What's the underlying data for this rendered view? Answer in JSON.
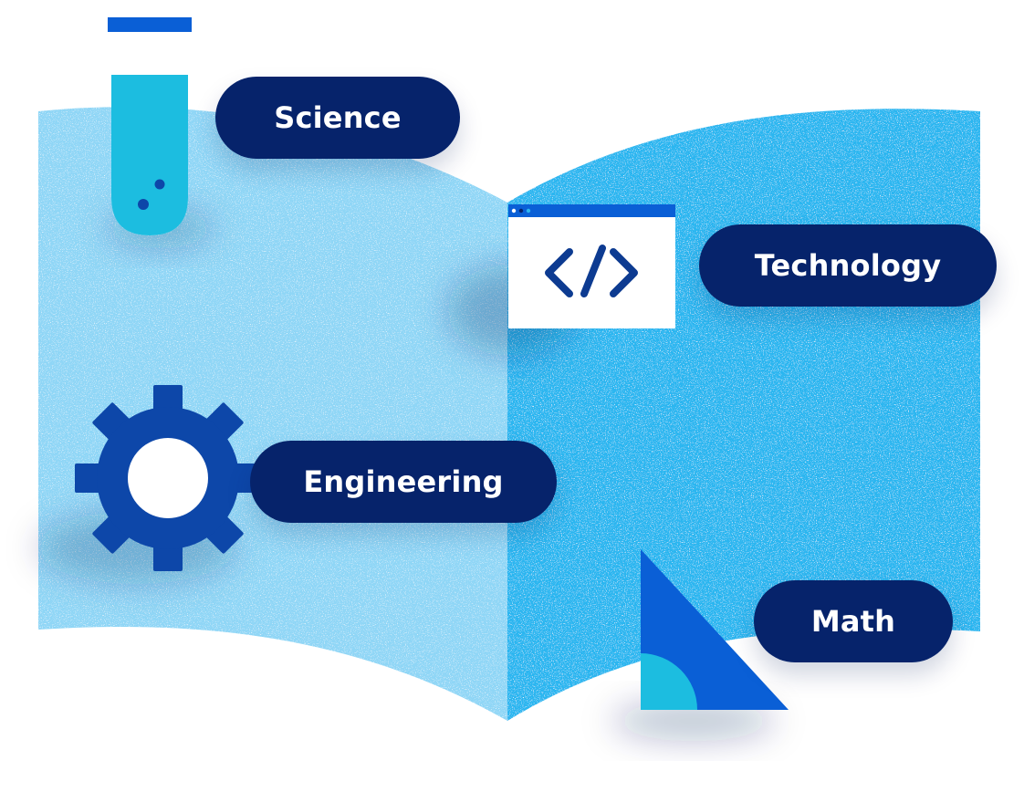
{
  "labels": {
    "science": "Science",
    "technology": "Technology",
    "engineering": "Engineering",
    "math": "Math"
  },
  "icons": {
    "science": "test-tube-icon",
    "technology": "code-window-icon",
    "engineering": "gear-icon",
    "math": "set-square-icon"
  },
  "colors": {
    "left_page": "#8fd6f6",
    "right_page": "#2cb6f0",
    "pill_background": "#06236b",
    "pill_text": "#ffffff",
    "accent_blue": "#0a5fd6",
    "gear_blue": "#0d47a9",
    "cyan": "#1cbde0"
  }
}
